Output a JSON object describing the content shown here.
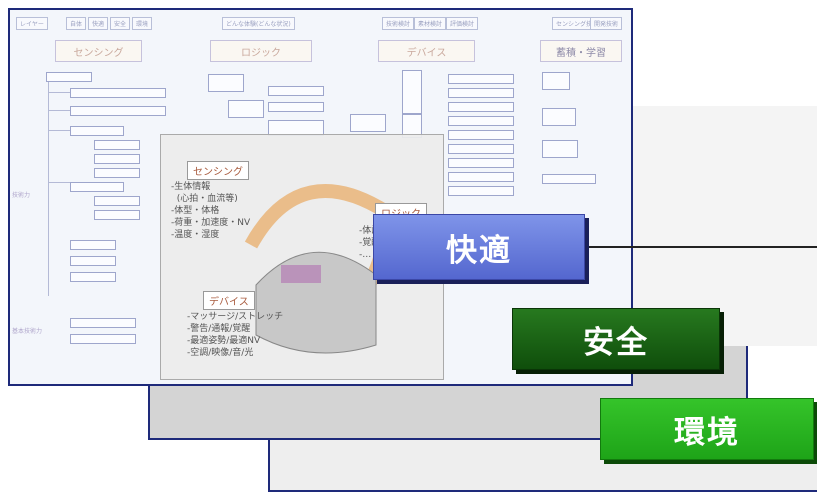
{
  "pills": {
    "comfort": "快適",
    "safety": "安全",
    "environment": "環境"
  },
  "slide": {
    "left_tabs": [
      "レイヤー"
    ],
    "top_tabs": [
      "自体",
      "快適",
      "安全",
      "環境"
    ],
    "center_tab": "どんな体験(どんな状況)",
    "right_tabs_a": [
      "技術検討",
      "素材検討",
      "評価検討"
    ],
    "right_tabs_b": [
      "センシング技術",
      "開発技術"
    ],
    "headers": {
      "sensing": "センシング",
      "logic": "ロジック",
      "device": "デバイス",
      "learning": "蓄積・学習"
    },
    "side_labels": [
      "技術力",
      "基本技術力"
    ]
  },
  "overlay": {
    "sensing_label": "センシング",
    "sensing_text": "-生体情報\n  (心拍・血流等)\n-体型・体格\n-荷重・加速度・NV\n-温度・湿度",
    "logic_label": "ロジック",
    "logic_text": "-体調\n-覚醒\n-…",
    "device_label": "デバイス",
    "device_text": "-マッサージ/ストレッチ\n-警告/通報/覚醒\n-最適姿勢/最適NV\n-空調/映像/音/光"
  },
  "colors": {
    "comfort": "#6a7ee0",
    "safety": "#1a6314",
    "environment": "#2bb522",
    "frame": "#1e2a7a"
  }
}
